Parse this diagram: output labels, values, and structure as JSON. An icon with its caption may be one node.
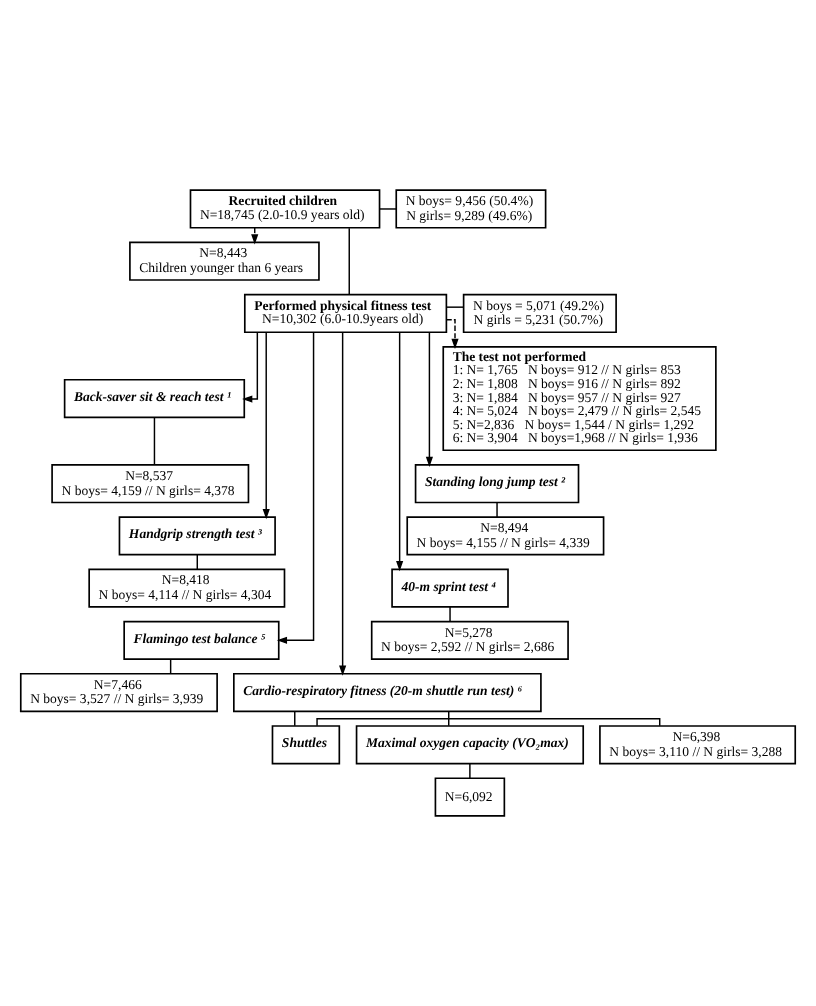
{
  "diagram": {
    "nodes": [
      {
        "text": [
          "Recruited children",
          "N=18,745 (2.0-10.9 years old)"
        ]
      },
      {
        "text": [
          "N boys= 9,456 (50.4%)",
          "N girls= 9,289 (49.6%)"
        ]
      },
      {
        "text": [
          "N=8,443",
          "Children younger than 6 years"
        ]
      },
      {
        "text": [
          "Performed physical fitness test",
          "N=10,302 (6.0-10.9years old)"
        ]
      },
      {
        "text": [
          "N boys = 5,071 (49.2%)",
          "N girls = 5,231 (50.7%)"
        ]
      },
      {
        "text": [
          "The test not performed",
          "1: N= 1,765   N boys= 912 // N girls= 853",
          "2: N= 1,808   N boys= 916 // N girls= 892",
          "3: N= 1,884   N boys= 957 // N girls= 927",
          "4: N= 5,024   N boys= 2,479 // N girls= 2,545",
          "5: N=2,836   N boys= 1,544 / N girls= 1,292",
          "6: N= 3,904   N boys=1,968 // N girls= 1,936"
        ]
      },
      {
        "text": [
          "Back-saver sit & reach test ¹"
        ]
      },
      {
        "text": [
          "N=8,537",
          "N boys= 4,159 // N girls= 4,378"
        ]
      },
      {
        "text": [
          "Standing long jump test ²"
        ]
      },
      {
        "text": [
          "N=8,494",
          "N boys= 4,155 // N girls= 4,339"
        ]
      },
      {
        "text": [
          "Handgrip strength test ³"
        ]
      },
      {
        "text": [
          "N=8,418",
          "N boys= 4,114 // N girls= 4,304"
        ]
      },
      {
        "text": [
          "40-m sprint test ⁴"
        ]
      },
      {
        "text": [
          "N=5,278",
          "N boys= 2,592 // N girls= 2,686"
        ]
      },
      {
        "text": [
          "Flamingo test balance ⁵"
        ]
      },
      {
        "text": [
          "N=7,466",
          "N boys= 3,527 // N girls= 3,939"
        ]
      },
      {
        "text": [
          "Cardio-respiratory fitness (20-m shuttle run test) ⁶"
        ]
      },
      {
        "text": [
          "Shuttles"
        ]
      },
      {
        "text": [
          "N=6,398",
          "N boys= 3,110 // N girls= 3,288"
        ]
      },
      {
        "text": [
          "Maximal oxygen capacity (VO₂max)"
        ]
      },
      {
        "text": [
          "N=6,092"
        ]
      }
    ],
    "edges": [
      {
        "from": 0,
        "to": 1,
        "arrow": "none"
      },
      {
        "from": 0,
        "to": 3,
        "arrow": "none"
      },
      {
        "from": 0,
        "to": 2,
        "arrow": "to",
        "style": "dashed"
      },
      {
        "from": 3,
        "to": 4,
        "arrow": "none"
      },
      {
        "from": 3,
        "to": 6,
        "arrow": "to"
      },
      {
        "from": 3,
        "to": 10,
        "arrow": "to"
      },
      {
        "from": 3,
        "to": 14,
        "arrow": "to"
      },
      {
        "from": 3,
        "to": 16,
        "arrow": "to"
      },
      {
        "from": 3,
        "to": 12,
        "arrow": "to"
      },
      {
        "from": 3,
        "to": 8,
        "arrow": "to"
      },
      {
        "from": 3,
        "to": 5,
        "arrow": "to",
        "style": "dashed"
      },
      {
        "from": 6,
        "to": 7,
        "arrow": "none"
      },
      {
        "from": 8,
        "to": 9,
        "arrow": "none"
      },
      {
        "from": 10,
        "to": 11,
        "arrow": "none"
      },
      {
        "from": 12,
        "to": 13,
        "arrow": "none"
      },
      {
        "from": 14,
        "to": 15,
        "arrow": "none"
      },
      {
        "from": 16,
        "to": 17,
        "arrow": "none"
      },
      {
        "from": 17,
        "to": 18,
        "arrow": "none"
      },
      {
        "from": 16,
        "to": 19,
        "arrow": "none"
      },
      {
        "from": 19,
        "to": 20,
        "arrow": "none"
      }
    ]
  }
}
